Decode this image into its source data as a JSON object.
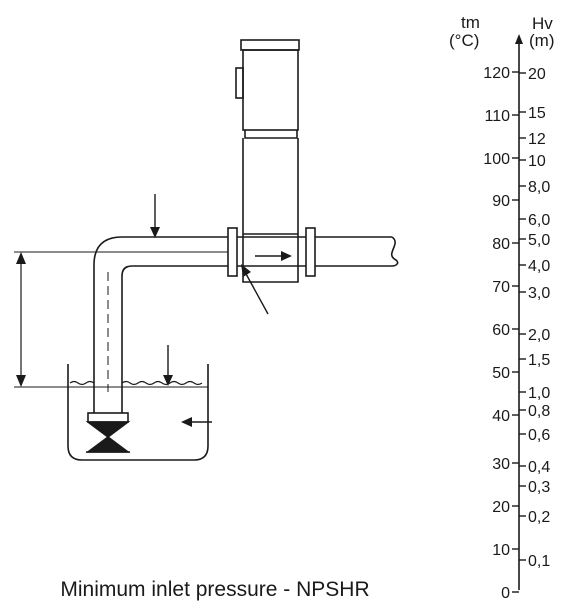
{
  "caption": "Minimum inlet pressure - NPSHR",
  "scale": {
    "left_unit_top": "tm",
    "left_unit_bottom": "(°C)",
    "right_unit_top": "Hv",
    "right_unit_bottom": "(m)",
    "temperature_labels": [
      "120",
      "110",
      "100",
      "90",
      "80",
      "70",
      "60",
      "50",
      "40",
      "30",
      "20",
      "10",
      "0"
    ],
    "head_labels": [
      "20",
      "15",
      "12",
      "10",
      "8,0",
      "6,0",
      "5,0",
      "4,0",
      "3,0",
      "2,0",
      "1,5",
      "1,0",
      "0,8",
      "0,6",
      "0,4",
      "0,3",
      "0,2",
      "0,1"
    ]
  }
}
